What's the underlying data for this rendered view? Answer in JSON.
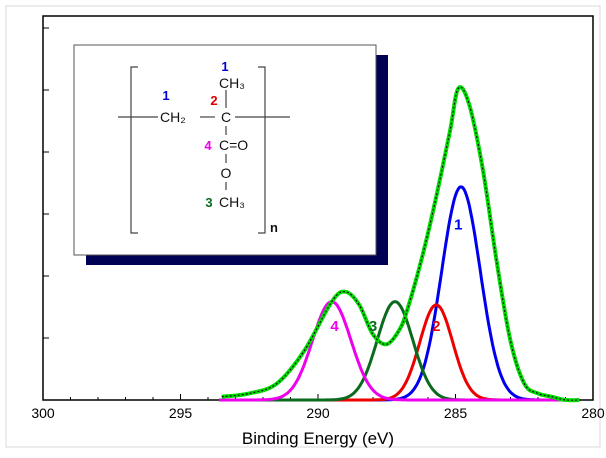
{
  "chart_data": {
    "type": "line",
    "title": "",
    "xlabel": "Binding Energy (eV)",
    "ylabel": "",
    "xlim": [
      300,
      280
    ],
    "x_reversed": true,
    "ylim": [
      0,
      1.0
    ],
    "x_ticks": [
      "300",
      "295",
      "290",
      "285",
      "280"
    ],
    "grid": false,
    "colors": {
      "envelope": "#00dd00",
      "raw": "#111111",
      "p1": "#0000ee",
      "p2": "#ee0000",
      "p3": "#0a6b1e",
      "p4": "#ee00ee"
    },
    "envelope": {
      "x": [
        293.5,
        292.5,
        291.5,
        290.5,
        289.5,
        289.0,
        288.5,
        288.0,
        287.5,
        287.0,
        286.7,
        286.2,
        285.7,
        285.2,
        284.9,
        284.5,
        284.0,
        283.5,
        283.0,
        282.5,
        282.0,
        281.5,
        281.0,
        280.5
      ],
      "y": [
        0.01,
        0.02,
        0.05,
        0.15,
        0.3,
        0.33,
        0.29,
        0.2,
        0.17,
        0.22,
        0.29,
        0.44,
        0.62,
        0.82,
        0.95,
        0.9,
        0.7,
        0.42,
        0.18,
        0.05,
        0.02,
        0.01,
        0.0,
        0.0
      ]
    },
    "series": [
      {
        "name": "1",
        "peak_x": 284.8,
        "peak_y": 0.65,
        "width": 0.7,
        "label_x": 284.9,
        "label_y": 0.52
      },
      {
        "name": "2",
        "peak_x": 285.7,
        "peak_y": 0.29,
        "width": 0.6,
        "label_x": 285.7,
        "label_y": 0.21
      },
      {
        "name": "3",
        "peak_x": 287.2,
        "peak_y": 0.3,
        "width": 0.65,
        "label_x": 288.0,
        "label_y": 0.21
      },
      {
        "name": "4",
        "peak_x": 289.5,
        "peak_y": 0.3,
        "width": 0.7,
        "label_x": 289.4,
        "label_y": 0.21
      }
    ]
  },
  "structure": {
    "n1_top": "1",
    "ch3_top": "CH₃",
    "n2": "2",
    "c": "C",
    "n1_left": "1",
    "ch2": "CH₂",
    "n4": "4",
    "c_double_o": "C=O",
    "o": "O",
    "n3": "3",
    "ch3_bottom": "CH₃",
    "subscript_n": "n"
  }
}
